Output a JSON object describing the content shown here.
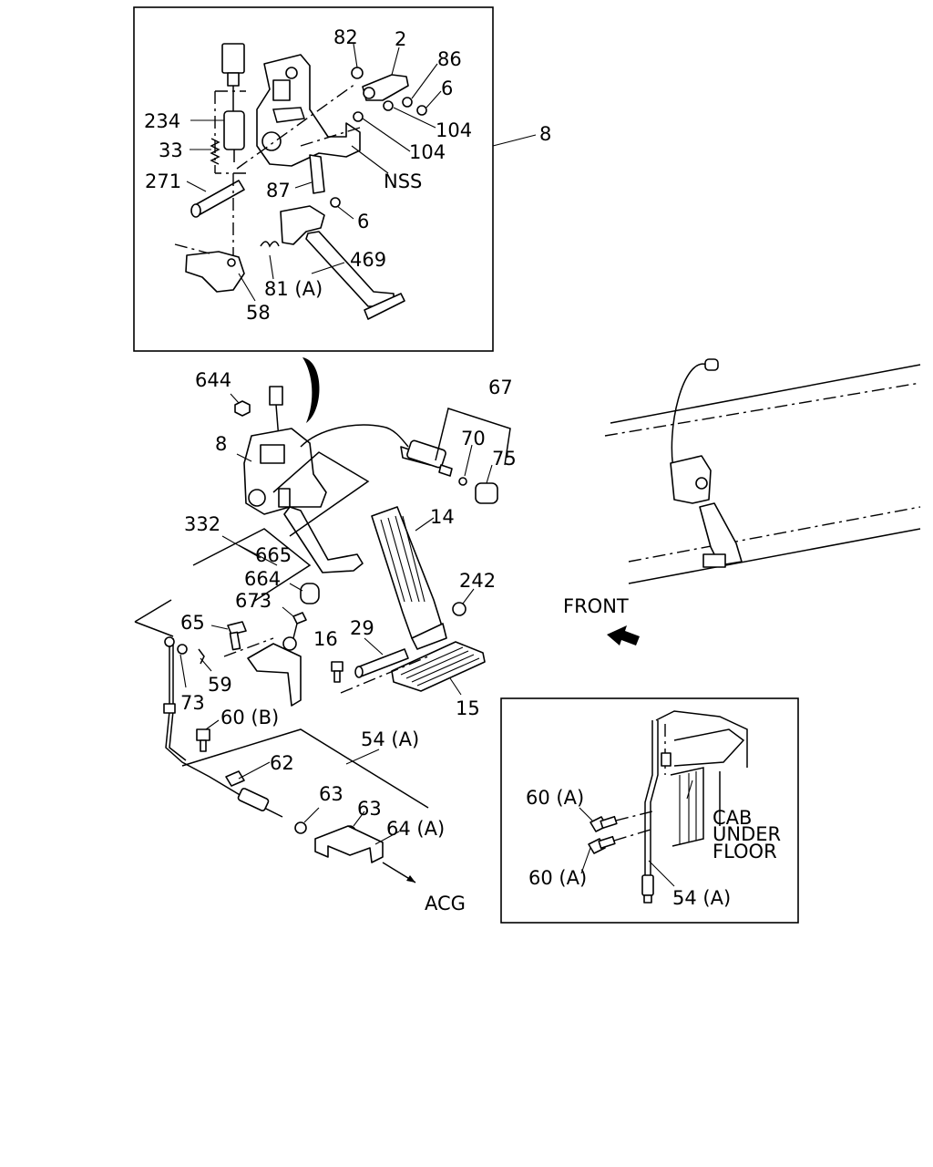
{
  "labels": {
    "l82": "82",
    "l2": "2",
    "l86": "86",
    "l6a": "6",
    "l104a": "104",
    "l104b": "104",
    "l234": "234",
    "l33": "33",
    "l271": "271",
    "l87": "87",
    "lnss": "NSS",
    "l6b": "6",
    "l8a": "8",
    "l469": "469",
    "l81a": "81 (A)",
    "l58": "58",
    "l644": "644",
    "l8b": "8",
    "l67": "67",
    "l70": "70",
    "l75": "75",
    "l332": "332",
    "l665": "665",
    "l14": "14",
    "l664": "664",
    "l673": "673",
    "l242": "242",
    "l65": "65",
    "l16": "16",
    "l29": "29",
    "l59": "59",
    "l73": "73",
    "l60b": "60 (B)",
    "l15": "15",
    "l54a": "54 (A)",
    "l62": "62",
    "l63a": "63",
    "l63b": "63",
    "l64a": "64 (A)",
    "lacg": "ACG",
    "lfront": "FRONT",
    "l60a1": "60 (A)",
    "l60a2": "60 (A)",
    "l54a2": "54 (A)",
    "lcab1": "CAB",
    "lcab2": "UNDER",
    "lcab3": "FLOOR"
  }
}
